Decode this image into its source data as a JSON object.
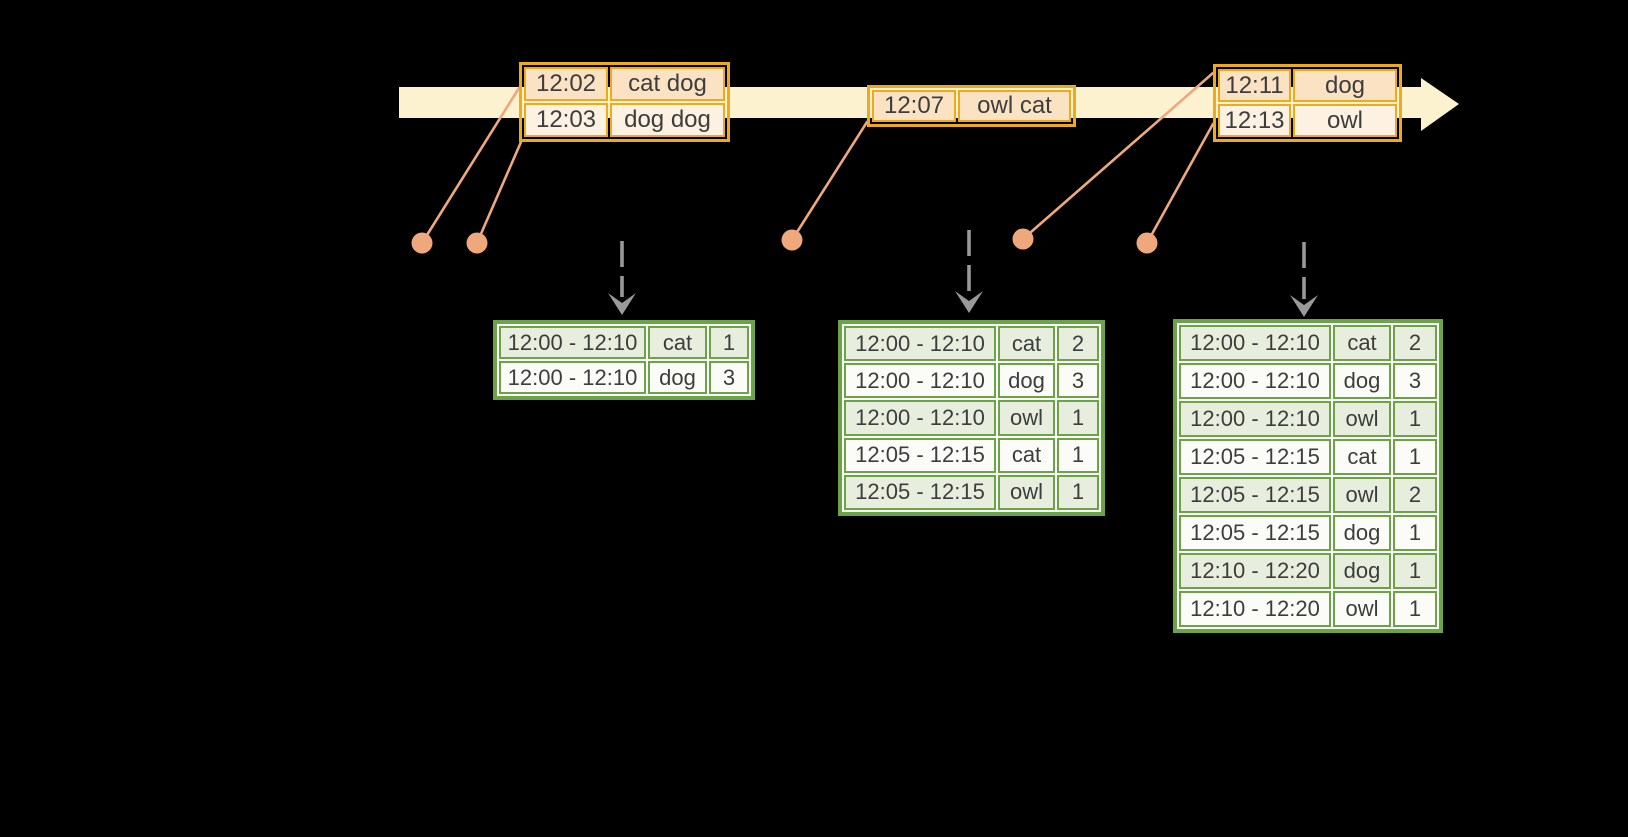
{
  "diagram": {
    "colors": {
      "timeline_fill": "#fdf2cf",
      "event_border": "#ecaa1d",
      "event_row_a": "#fae2c3",
      "event_row_b": "#fdf2e1",
      "result_border": "#6aa348",
      "result_row_a": "#e7eedd",
      "result_row_b": "#fbfcf7",
      "connector": "#efa87c",
      "trigger": "#999999",
      "text": "#3d3d3d"
    }
  },
  "event_tables": [
    {
      "rows": [
        {
          "time": "12:02",
          "words": "cat dog"
        },
        {
          "time": "12:03",
          "words": "dog dog"
        }
      ]
    },
    {
      "rows": [
        {
          "time": "12:07",
          "words": "owl cat"
        }
      ]
    },
    {
      "rows": [
        {
          "time": "12:11",
          "words": "dog"
        },
        {
          "time": "12:13",
          "words": "owl"
        }
      ]
    }
  ],
  "result_tables": [
    {
      "rows": [
        {
          "window": "12:00 - 12:10",
          "word": "cat",
          "count": "1"
        },
        {
          "window": "12:00 - 12:10",
          "word": "dog",
          "count": "3"
        }
      ]
    },
    {
      "rows": [
        {
          "window": "12:00 - 12:10",
          "word": "cat",
          "count": "2"
        },
        {
          "window": "12:00 - 12:10",
          "word": "dog",
          "count": "3"
        },
        {
          "window": "12:00 - 12:10",
          "word": "owl",
          "count": "1"
        },
        {
          "window": "12:05 - 12:15",
          "word": "cat",
          "count": "1"
        },
        {
          "window": "12:05 - 12:15",
          "word": "owl",
          "count": "1"
        }
      ]
    },
    {
      "rows": [
        {
          "window": "12:00 - 12:10",
          "word": "cat",
          "count": "2"
        },
        {
          "window": "12:00 - 12:10",
          "word": "dog",
          "count": "3"
        },
        {
          "window": "12:00 - 12:10",
          "word": "owl",
          "count": "1"
        },
        {
          "window": "12:05 - 12:15",
          "word": "cat",
          "count": "1"
        },
        {
          "window": "12:05 - 12:15",
          "word": "owl",
          "count": "2"
        },
        {
          "window": "12:05 - 12:15",
          "word": "dog",
          "count": "1"
        },
        {
          "window": "12:10 - 12:20",
          "word": "dog",
          "count": "1"
        },
        {
          "window": "12:10 - 12:20",
          "word": "owl",
          "count": "1"
        }
      ]
    }
  ]
}
